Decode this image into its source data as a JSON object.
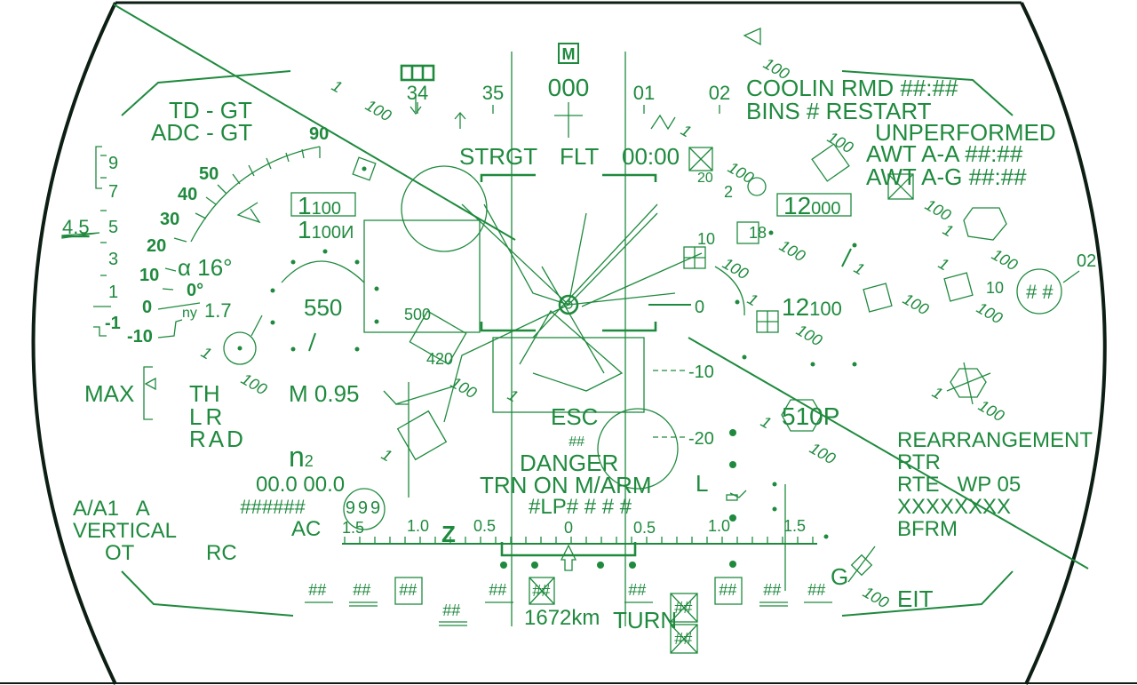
{
  "colors": {
    "symbology": "#1f8a3e",
    "frame": "#0d1f14",
    "background": "#ffffff"
  },
  "mode_box": "M",
  "heading_scale": [
    "34",
    "35",
    "000",
    "01",
    "02"
  ],
  "status_left": [
    "TD - GT",
    "ADC - GT"
  ],
  "messages_right": [
    "COOLIN RMD ##:##",
    "BINS # RESTART",
    "UNPERFORMED",
    "AWT A-A ##:##",
    "AWT A-G ##:##"
  ],
  "flight_mode": {
    "left": "STRGT",
    "center": "FLT",
    "timer": "00:00"
  },
  "altitude_box": {
    "major": "1",
    "minor": "100"
  },
  "altitude_radio": {
    "major": "1",
    "minor": "100И"
  },
  "target_altitude_box": {
    "major": "12",
    "minor": "000"
  },
  "target_altitude": {
    "major": "12",
    "minor": "100"
  },
  "airspeed": "550",
  "alpha": "α 16°",
  "bank": "0°",
  "g_load": {
    "label": "ny",
    "value": "1.7"
  },
  "vertical_speed_marker": "4.5",
  "vertical_scale": [
    "9",
    "7",
    "5",
    "3",
    "1",
    "-1"
  ],
  "pitch_ladder": [
    "90",
    "50",
    "40",
    "30",
    "20",
    "10",
    "0",
    "-10"
  ],
  "throttle": {
    "label": "MAX",
    "items": [
      "TH",
      "LR",
      "RAD"
    ]
  },
  "mach": "M 0.95",
  "engine": {
    "label": "n",
    "sub": "2",
    "values": "00.0 00.0",
    "hash": "######",
    "circle": "999",
    "ac": "AC"
  },
  "weapon_mode": {
    "line1": "A/A1   A",
    "line2": "VERTICAL",
    "line3": "OT",
    "line4": "RC"
  },
  "range_scale": {
    "z_label": "Z",
    "ticks": [
      "1.5",
      "1.0",
      "0.5",
      "0",
      "0.5",
      "1.0",
      "1.5"
    ]
  },
  "center_warnings": {
    "esc": "ESC",
    "danger": "DANGER",
    "trn": "TRN ON M/ARM",
    "lp": "#LP# # # #"
  },
  "center_numbers": {
    "pitch_0": "0",
    "pitch_m10": "-10",
    "pitch_m20": "-20",
    "n500": "500",
    "n420": "420"
  },
  "letters": {
    "l": "L",
    "g": "G",
    "eit": "EIT",
    "turn": "TURN"
  },
  "distance": "1672km",
  "target_tag": "510P",
  "nav_list": [
    "REARRANGEMENT",
    "RTR",
    "RTE   WP 05",
    "XXXXXXXX",
    "BFRM"
  ],
  "waypoint": {
    "circle": "# #",
    "label": "02",
    "num": "10"
  },
  "heading_small": {
    "two": "2",
    "eighteen": "18",
    "ten": "10",
    "twenty": "20"
  },
  "bottom_cells": [
    "##",
    "##",
    "##",
    "##",
    "##",
    "##",
    "##",
    "##",
    "##",
    "##",
    "##",
    "##",
    "##"
  ],
  "track_labels": [
    "1",
    "100",
    "100",
    "100",
    "100",
    "100",
    "100",
    "100",
    "100",
    "100",
    "100",
    "100",
    "100",
    "100",
    "100",
    "100",
    "100",
    "1",
    "1",
    "1",
    "1",
    "1",
    "1",
    "1",
    "1",
    "1",
    "1"
  ]
}
